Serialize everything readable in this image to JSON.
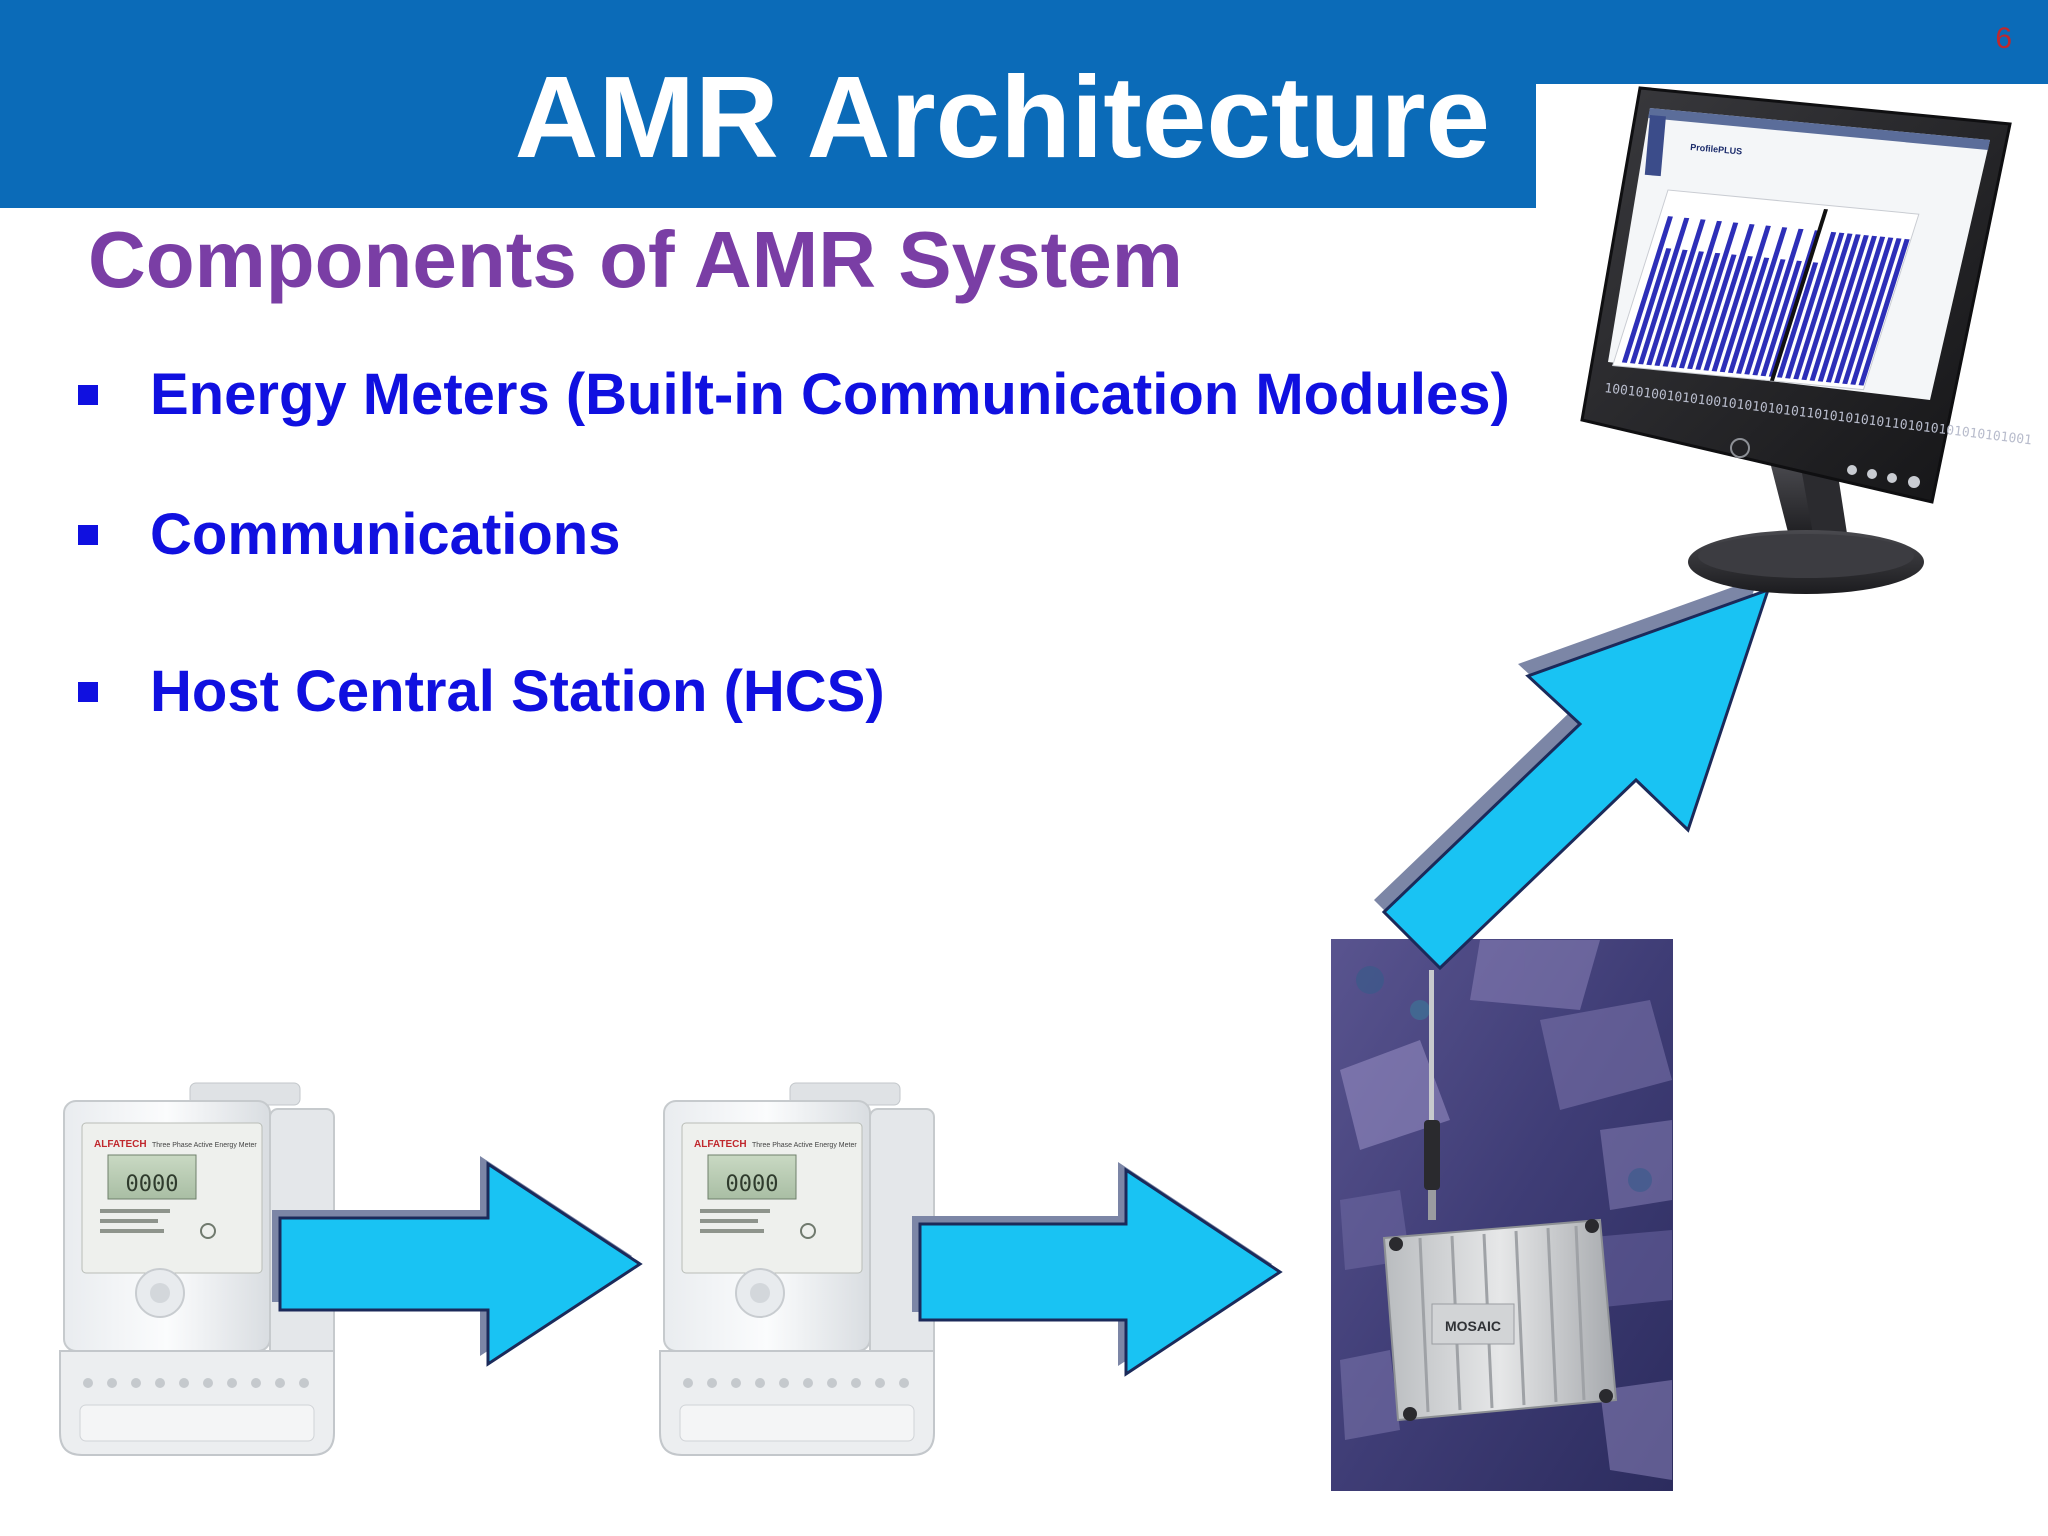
{
  "slide": {
    "title": "AMR Architecture",
    "number": "6",
    "subtitle": "Components of AMR System"
  },
  "bullets": [
    "Energy Meters (Built-in Communication Modules)",
    "Communications",
    "Host Central Station (HCS)"
  ],
  "meter": {
    "brand": "ALFATECH",
    "caption": "Three Phase Active Energy Meter",
    "reading": "0000"
  },
  "collector": {
    "brand": "MOSAIC"
  },
  "monitor": {
    "app_name": "ProfilePLUS",
    "binary_strip": "1001010010101001010101010110101010101101010101010101001"
  },
  "colors": {
    "header": "#0b6bb8",
    "subtitle": "#7a3ea5",
    "bullets": "#1010e0",
    "arrow_fill": "#19c3f3",
    "arrow_shadow": "#7c86a6",
    "slide_number": "#c0282d"
  }
}
